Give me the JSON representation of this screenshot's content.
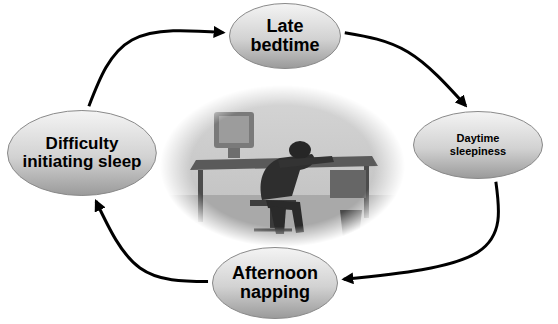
{
  "diagram": {
    "nodes": [
      {
        "text": [
          "Late bedtime"
        ]
      },
      {
        "text": [
          "Daytime sleepiness"
        ]
      },
      {
        "text": [
          "Afternoon napping"
        ]
      },
      {
        "text": [
          "Difficulty initiating sleep"
        ]
      }
    ],
    "edges": [
      {
        "from": 0,
        "to": 1,
        "arrow": "to"
      },
      {
        "from": 1,
        "to": 2,
        "arrow": "to"
      },
      {
        "from": 2,
        "to": 3,
        "arrow": "to"
      },
      {
        "from": 3,
        "to": 0,
        "arrow": "to"
      }
    ]
  }
}
